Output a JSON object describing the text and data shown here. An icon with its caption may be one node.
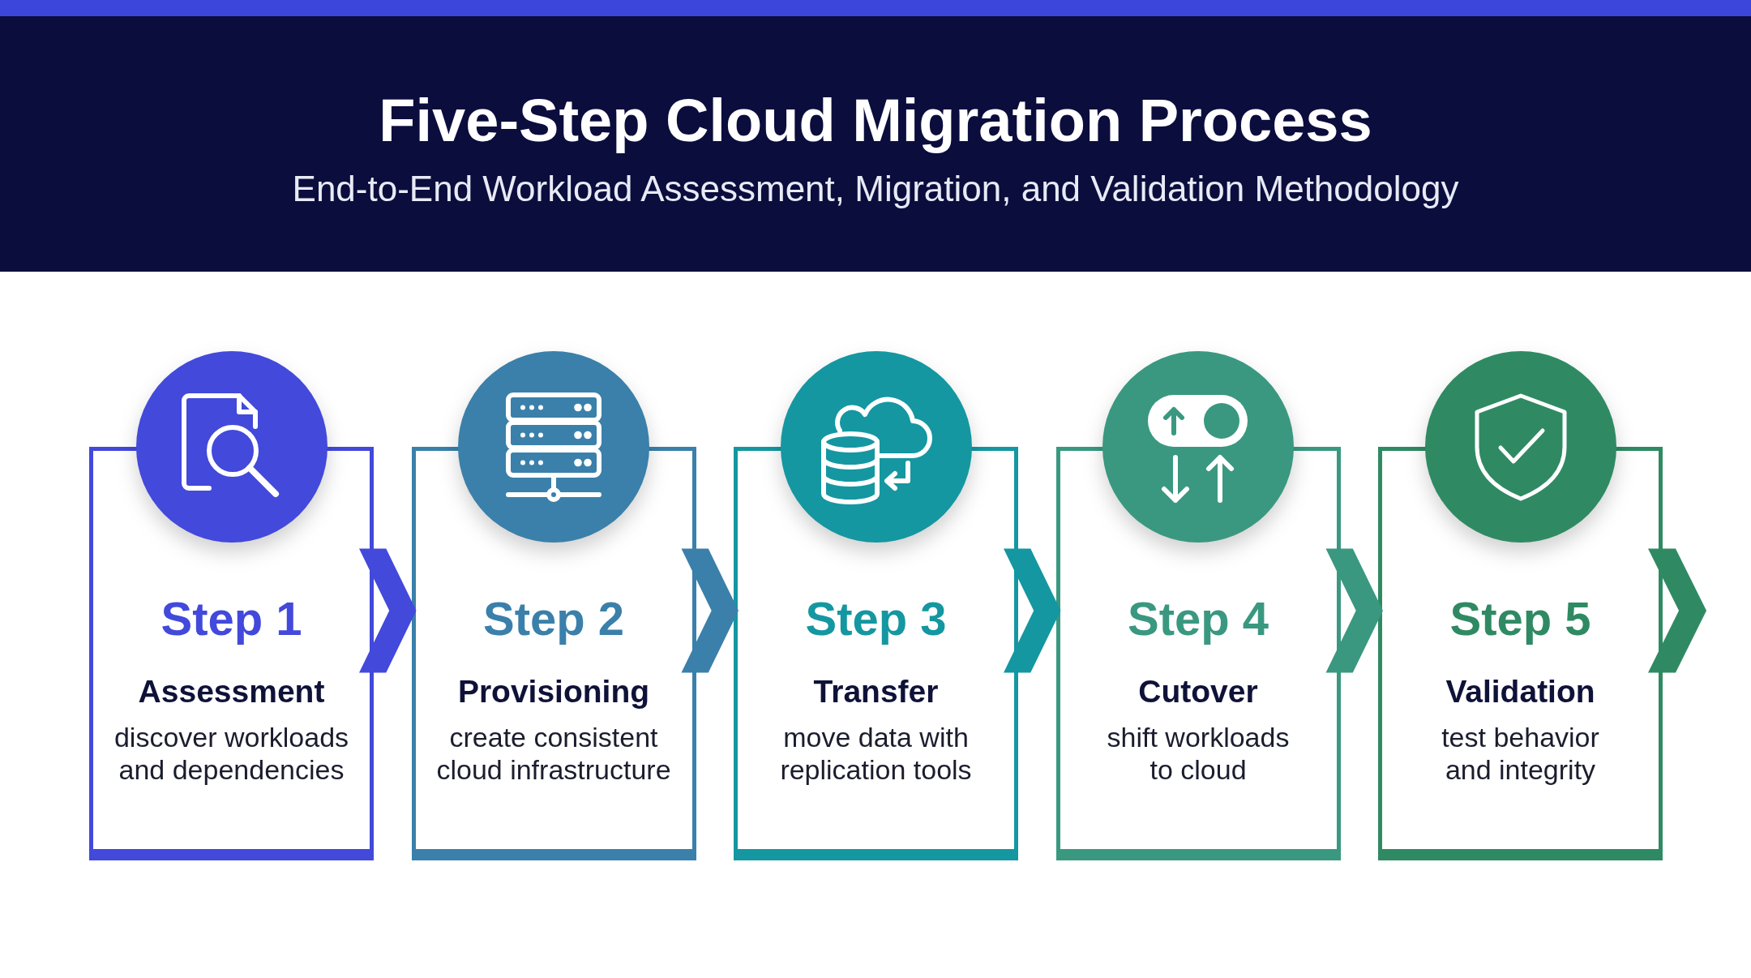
{
  "diagram": {
    "title": "Five-Step Cloud Migration Process",
    "nodes": [
      {
        "text": [
          "Step 1",
          "Assessment",
          "discover workloads and dependencies"
        ]
      },
      {
        "text": [
          "Step 2",
          "Provisioning",
          "create consistent cloud infrastructure"
        ]
      },
      {
        "text": [
          "Step 3",
          "Transfer",
          "move data with replication tools"
        ]
      },
      {
        "text": [
          "Step 4",
          "Cutover",
          "shift workloads to cloud"
        ]
      },
      {
        "text": [
          "Step 5",
          "Validation",
          "test behavior and integrity"
        ]
      }
    ],
    "edges": [
      {
        "from": 0,
        "to": 1,
        "arrow": "to"
      },
      {
        "from": 1,
        "to": 2,
        "arrow": "to"
      },
      {
        "from": 2,
        "to": 3,
        "arrow": "to"
      },
      {
        "from": 3,
        "to": 4,
        "arrow": "to"
      },
      {
        "from": 4,
        "to": null,
        "arrow": "to"
      }
    ],
    "labels": [
      "End-to-End Workload Assessment, Migration, and Validation Methodology"
    ]
  }
}
